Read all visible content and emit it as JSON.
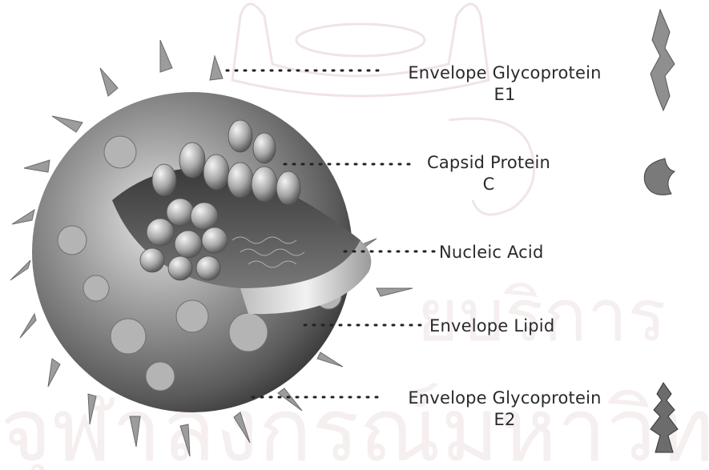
{
  "diagram": {
    "colors": {
      "text": "#2a2a2a",
      "leader": "#222222",
      "virus_body": "#8a8a8a",
      "virus_light": "#d6d6d6",
      "watermark": "#c9a8a8"
    },
    "labels": [
      {
        "id": "e1",
        "line1": "Envelope Glycoprotein",
        "line2": "E1",
        "icon": "glycoprotein-e1-icon"
      },
      {
        "id": "capsid",
        "line1": "Capsid Protein",
        "line2": "C",
        "icon": "capsid-protein-icon"
      },
      {
        "id": "nucleic",
        "line1": "Nucleic Acid",
        "line2": ""
      },
      {
        "id": "lipid",
        "line1": "Envelope Lipid",
        "line2": ""
      },
      {
        "id": "e2",
        "line1": "Envelope Glycoprotein",
        "line2": "E2",
        "icon": "glycoprotein-e2-icon"
      }
    ]
  }
}
